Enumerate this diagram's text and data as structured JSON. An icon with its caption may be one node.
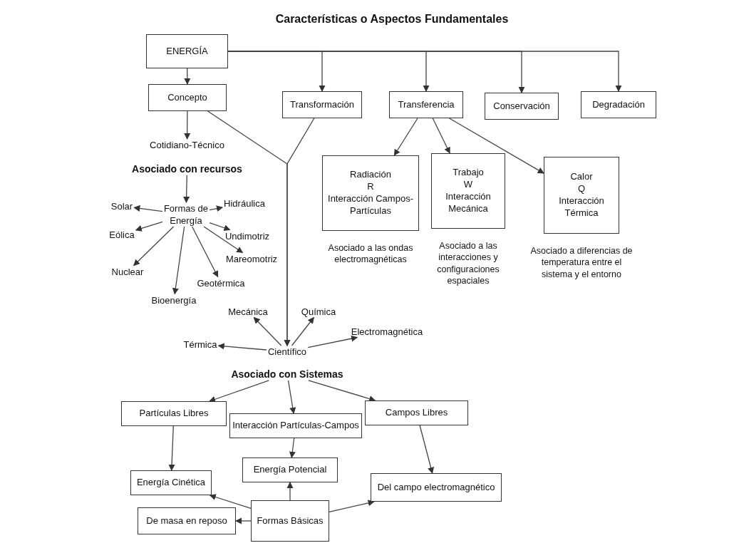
{
  "diagram": {
    "title": "Características o Aspectos Fundamentales",
    "nodes": [
      {
        "text": [
          "ENERGÍA"
        ]
      },
      {
        "text": [
          "Concepto"
        ]
      },
      {
        "text": [
          "Transformación"
        ]
      },
      {
        "text": [
          "Transferencia"
        ]
      },
      {
        "text": [
          "Conservación"
        ]
      },
      {
        "text": [
          "Degradación"
        ]
      },
      {
        "text": [
          "Radiación",
          "R",
          "Interacción Campos-Partículas"
        ],
        "beside": [
          "Asociado a las ondas electromagnéticas"
        ]
      },
      {
        "text": [
          "Trabajo",
          "W",
          "Interacción Mecánica"
        ],
        "beside": [
          "Asociado a las interacciones y configuraciones espaciales"
        ]
      },
      {
        "text": [
          "Calor",
          "Q",
          "Interacción Térmica"
        ],
        "beside": [
          "Asociado a diferencias de temperatura entre el sistema y el entorno"
        ]
      },
      {
        "text": [
          "Cotidiano-Técnico",
          "Asociado con recursos"
        ]
      },
      {
        "text": [
          "Formas de Energía"
        ]
      },
      {
        "text": [
          "Solar"
        ]
      },
      {
        "text": [
          "Hidráulica"
        ]
      },
      {
        "text": [
          "Eólica"
        ]
      },
      {
        "text": [
          "Undimotriz"
        ]
      },
      {
        "text": [
          "Nuclear"
        ]
      },
      {
        "text": [
          "Bioenergía"
        ]
      },
      {
        "text": [
          "Geotérmica"
        ]
      },
      {
        "text": [
          "Mareomotriz"
        ]
      },
      {
        "text": [
          "Científico",
          "Asociado con Sistemas"
        ]
      },
      {
        "text": [
          "Mecánica"
        ]
      },
      {
        "text": [
          "Química"
        ]
      },
      {
        "text": [
          "Térmica"
        ]
      },
      {
        "text": [
          "Electromagnética"
        ]
      },
      {
        "text": [
          "Partículas Libres"
        ]
      },
      {
        "text": [
          "Interacción Partículas-Campos"
        ]
      },
      {
        "text": [
          "Campos Libres"
        ]
      },
      {
        "text": [
          "Energía Cinética"
        ]
      },
      {
        "text": [
          "Energía Potencial"
        ]
      },
      {
        "text": [
          "Del campo electromagnético"
        ]
      },
      {
        "text": [
          "De masa en reposo"
        ]
      },
      {
        "text": [
          "Formas Básicas"
        ]
      }
    ],
    "edges": [
      {
        "from": 0,
        "to": 1,
        "arrow": "to"
      },
      {
        "from": 0,
        "to": 2,
        "arrow": "to"
      },
      {
        "from": 0,
        "to": 3,
        "arrow": "to"
      },
      {
        "from": 0,
        "to": 4,
        "arrow": "to"
      },
      {
        "from": 0,
        "to": 5,
        "arrow": "to"
      },
      {
        "from": 3,
        "to": 6,
        "arrow": "to"
      },
      {
        "from": 3,
        "to": 7,
        "arrow": "to"
      },
      {
        "from": 3,
        "to": 8,
        "arrow": "to"
      },
      {
        "from": 1,
        "to": 9,
        "arrow": "to"
      },
      {
        "from": 9,
        "to": 10,
        "arrow": "to"
      },
      {
        "from": 10,
        "to": 11,
        "arrow": "to"
      },
      {
        "from": 10,
        "to": 12,
        "arrow": "to"
      },
      {
        "from": 10,
        "to": 13,
        "arrow": "to"
      },
      {
        "from": 10,
        "to": 14,
        "arrow": "to"
      },
      {
        "from": 10,
        "to": 15,
        "arrow": "to"
      },
      {
        "from": 10,
        "to": 16,
        "arrow": "to"
      },
      {
        "from": 10,
        "to": 17,
        "arrow": "to"
      },
      {
        "from": 10,
        "to": 18,
        "arrow": "to"
      },
      {
        "from": 1,
        "to": 19,
        "arrow": "to"
      },
      {
        "from": 2,
        "to": 19,
        "arrow": "to"
      },
      {
        "from": 19,
        "to": 20,
        "arrow": "to"
      },
      {
        "from": 19,
        "to": 21,
        "arrow": "to"
      },
      {
        "from": 19,
        "to": 22,
        "arrow": "to"
      },
      {
        "from": 19,
        "to": 23,
        "arrow": "to"
      },
      {
        "from": 19,
        "to": 24,
        "arrow": "to"
      },
      {
        "from": 19,
        "to": 25,
        "arrow": "to"
      },
      {
        "from": 19,
        "to": 26,
        "arrow": "to"
      },
      {
        "from": 24,
        "to": 27,
        "arrow": "to"
      },
      {
        "from": 25,
        "to": 28,
        "arrow": "to"
      },
      {
        "from": 26,
        "to": 29,
        "arrow": "to"
      },
      {
        "from": 31,
        "to": 27,
        "arrow": "to"
      },
      {
        "from": 31,
        "to": 28,
        "arrow": "to"
      },
      {
        "from": 31,
        "to": 29,
        "arrow": "to"
      },
      {
        "from": 31,
        "to": 30,
        "arrow": "to"
      }
    ]
  }
}
